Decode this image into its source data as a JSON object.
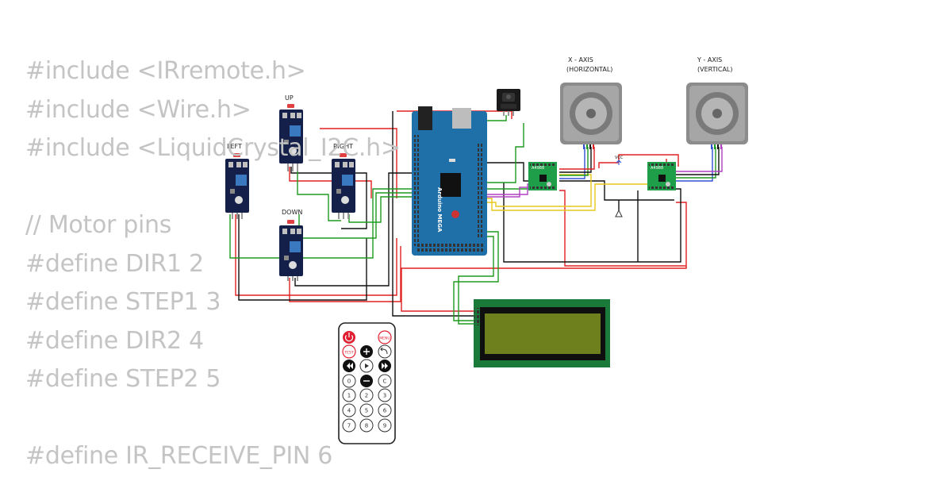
{
  "code_lines": [
    "#include <IRremote.h>",
    "#include <Wire.h>",
    "#include <LiquidCrystal_I2C.h>",
    "",
    "// Motor pins",
    "#define DIR1 2",
    "#define STEP1 3",
    "#define DIR2 4",
    "#define STEP2 5",
    "",
    "#define IR_RECEIVE_PIN 6"
  ],
  "sensors": {
    "up": "UP",
    "left": "LEFT",
    "right": "RIGHT",
    "down": "DOWN"
  },
  "motors": {
    "x_title": "X - AXIS",
    "x_sub": "(HORIZONTAL)",
    "y_title": "Y - AXIS",
    "y_sub": "(VERTICAL)"
  },
  "drivers": {
    "x": "A4988",
    "y": "A4988"
  },
  "vcc_label": "VCC",
  "arduino": {
    "name": "Arduino MEGA"
  },
  "remote": {
    "power_icon": "power-icon",
    "menu": "MENU",
    "test": "TEST",
    "back_icon": "back-icon",
    "zero": "0",
    "clear": "C",
    "digits": [
      "1",
      "2",
      "3",
      "4",
      "5",
      "6",
      "7",
      "8",
      "9"
    ]
  },
  "colors": {
    "wire_red": "#e02020",
    "wire_black": "#111111",
    "wire_green": "#1e9a1e",
    "wire_yellow": "#e6c81a",
    "wire_purple": "#b040c0",
    "wire_blue": "#3050d0",
    "arduino_blue": "#1f6fa8",
    "lcd_green": "#1a7a3a",
    "lcd_screen": "#6e7f1e",
    "driver_green": "#1f9e4a"
  }
}
